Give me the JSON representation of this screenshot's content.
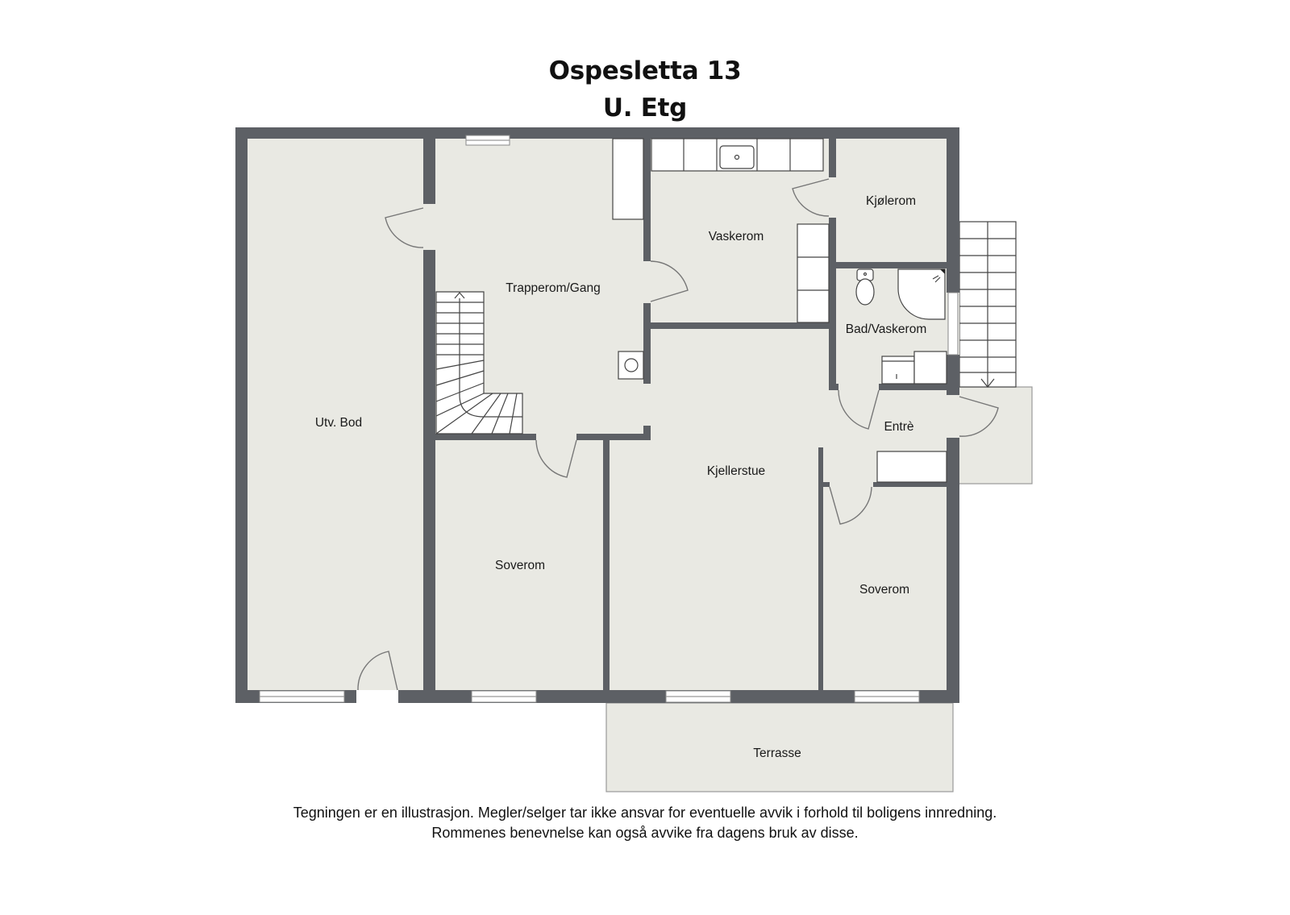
{
  "header": {
    "title": "Ospesletta 13",
    "subtitle": "U. Etg"
  },
  "rooms": [
    {
      "id": "utv-bod",
      "label": "Utv. Bod"
    },
    {
      "id": "trapperom-gang",
      "label": "Trapperom/Gang"
    },
    {
      "id": "vaskerom",
      "label": "Vaskerom"
    },
    {
      "id": "kjolerom",
      "label": "Kjølerom"
    },
    {
      "id": "bad-vaskerom",
      "label": "Bad/Vaskerom"
    },
    {
      "id": "entre",
      "label": "Entrè"
    },
    {
      "id": "kjellerstue",
      "label": "Kjellerstue"
    },
    {
      "id": "soverom-1",
      "label": "Soverom"
    },
    {
      "id": "soverom-2",
      "label": "Soverom"
    },
    {
      "id": "terrasse",
      "label": "Terrasse"
    }
  ],
  "footer": {
    "line1": "Tegningen er en illustrasjon. Megler/selger tar ikke ansvar for eventuelle avvik i forhold til boligens innredning.",
    "line2": "Rommenes benevnelse kan også avvike fra dagens bruk av disse."
  },
  "colors": {
    "wall": "#5d6065",
    "floor": "#e9e9e3",
    "background": "#ffffff"
  }
}
